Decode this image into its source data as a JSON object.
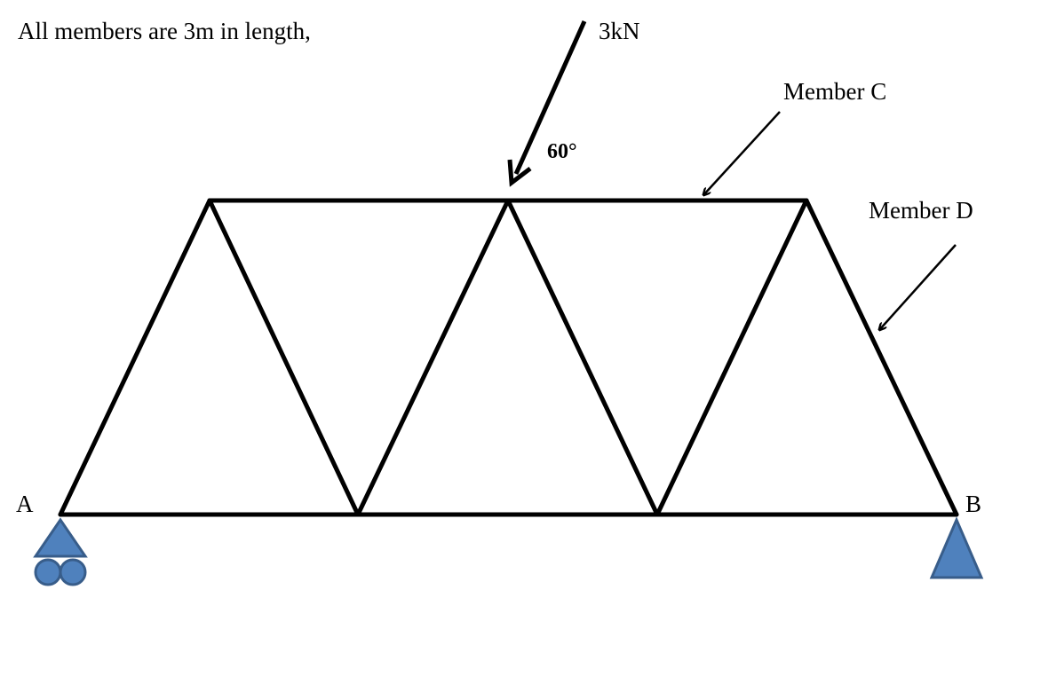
{
  "note": "All members are 3m in length,",
  "load": {
    "label": "3kN",
    "angle_label": "60°"
  },
  "callouts": {
    "member_c": "Member C",
    "member_d": "Member D"
  },
  "supports": {
    "left_label": "A",
    "right_label": "B",
    "left_type": "roller",
    "right_type": "pin"
  },
  "colors": {
    "support_fill": "#4f81bd",
    "support_stroke": "#385d8a",
    "member_stroke": "#000000"
  }
}
